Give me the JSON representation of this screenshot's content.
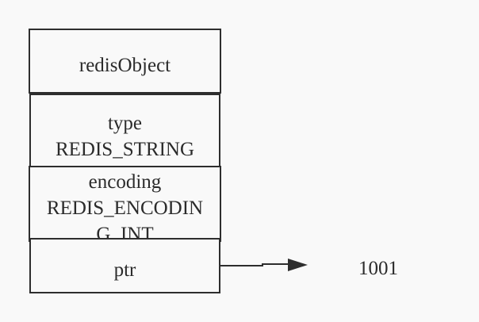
{
  "diagram": {
    "header": {
      "title": "redisObject"
    },
    "type_field": {
      "name": "type",
      "value": "REDIS_STRING"
    },
    "encoding_field": {
      "name": "encoding",
      "value": "REDIS_ENCODING_INT"
    },
    "ptr_field": {
      "name": "ptr"
    },
    "target_value": "1001"
  }
}
